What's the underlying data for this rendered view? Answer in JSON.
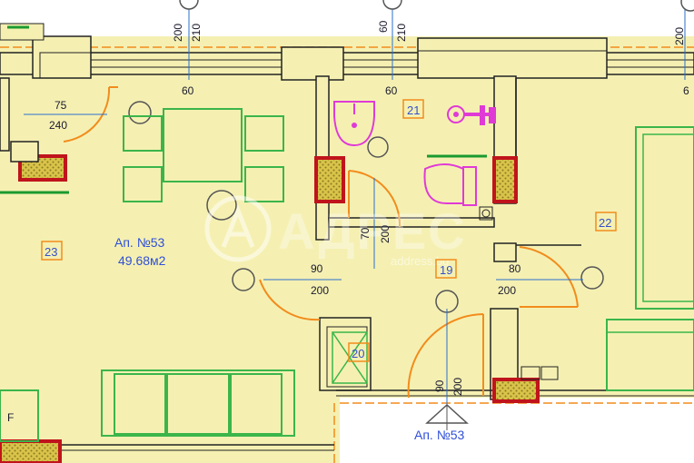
{
  "plan": {
    "apartment_label": "Ап. №53",
    "apartment_area": "49.68м2",
    "entrance_label": "Ап. №53",
    "rooms": {
      "r23": "23",
      "r21": "21",
      "r22": "22",
      "r19": "19",
      "r20": "20"
    },
    "top_dims": {
      "d1": "200",
      "d1b": "210",
      "d2": "60",
      "d2b": "210",
      "d3": "200"
    },
    "window_widths": {
      "w1": "60",
      "w2": "60",
      "w3": "6"
    },
    "doors": {
      "d_kitchen_w": "75",
      "d_kitchen_h": "240",
      "d_bath_w": "70",
      "d_bath_h": "200",
      "d_living_w": "90",
      "d_living_h": "200",
      "d_bed_w": "80",
      "d_bed_h": "200",
      "d_entry_w": "90",
      "d_entry_h": "200"
    },
    "letter_f": "F",
    "watermark": {
      "brand": "АДРЕС",
      "site": "address.bg"
    },
    "colors": {
      "floor": "#f5f0b2",
      "wall_fill": "#f5f0b2",
      "wall_line": "#222222",
      "door_arc": "#f28c1c",
      "dim_line": "#2a6fcc",
      "furniture": "#3bb54a",
      "sanitary": "#e03ad6",
      "shaft_border": "#c0141c",
      "shaft_fill": "#d9c34a",
      "green_bar": "#1a9a30",
      "cut_line": "#f28c1c"
    }
  }
}
